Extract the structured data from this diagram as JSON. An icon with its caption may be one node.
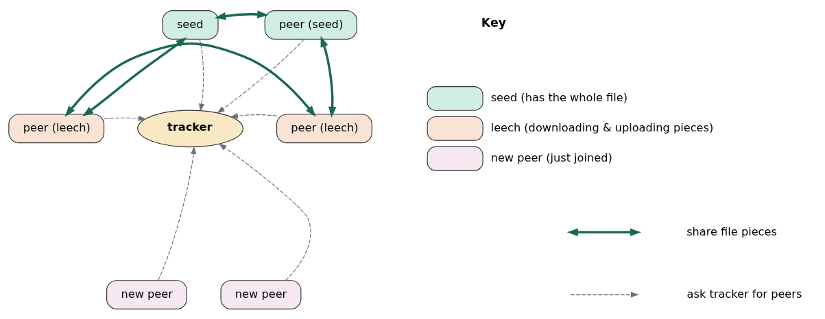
{
  "diagram": {
    "nodes": [
      {
        "text": [
          "seed"
        ]
      },
      {
        "text": [
          "peer (seed)"
        ]
      },
      {
        "text": [
          "peer (leech)"
        ]
      },
      {
        "text": [
          "tracker"
        ]
      },
      {
        "text": [
          "peer (leech)"
        ]
      },
      {
        "text": [
          "new peer"
        ]
      },
      {
        "text": [
          "new peer"
        ]
      }
    ],
    "edges": [
      {
        "from": 0,
        "to": 1,
        "arrow": "both",
        "style": "thick",
        "color": "#1a6b4a"
      },
      {
        "from": 0,
        "to": 2,
        "arrow": "both",
        "style": "thick",
        "color": "#1a6b4a"
      },
      {
        "from": 1,
        "to": 4,
        "arrow": "both",
        "style": "thick",
        "color": "#1a6b4a"
      },
      {
        "from": 2,
        "to": 4,
        "arrow": "both",
        "style": "thick",
        "color": "#1a6b4a"
      },
      {
        "from": 0,
        "to": 3,
        "arrow": "to",
        "style": "dashed"
      },
      {
        "from": 1,
        "to": 3,
        "arrow": "to",
        "style": "dashed"
      },
      {
        "from": 2,
        "to": 3,
        "arrow": "to",
        "style": "dashed"
      },
      {
        "from": 4,
        "to": 3,
        "arrow": "to",
        "style": "dashed"
      },
      {
        "from": 5,
        "to": 3,
        "arrow": "to",
        "style": "dashed"
      },
      {
        "from": 6,
        "to": 3,
        "arrow": "to",
        "style": "dashed"
      }
    ],
    "labels": [
      "Key"
    ],
    "legend": [
      {
        "text": "seed (has the whole file)",
        "color": "#d2ede6"
      },
      {
        "text": "leech (downloading & uploading pieces)",
        "color": "#f8e3d4"
      },
      {
        "text": "new peer (just joined)",
        "color": "#f5e8f0"
      },
      {
        "text": "share file pieces"
      },
      {
        "text": "ask tracker for peers"
      }
    ]
  }
}
